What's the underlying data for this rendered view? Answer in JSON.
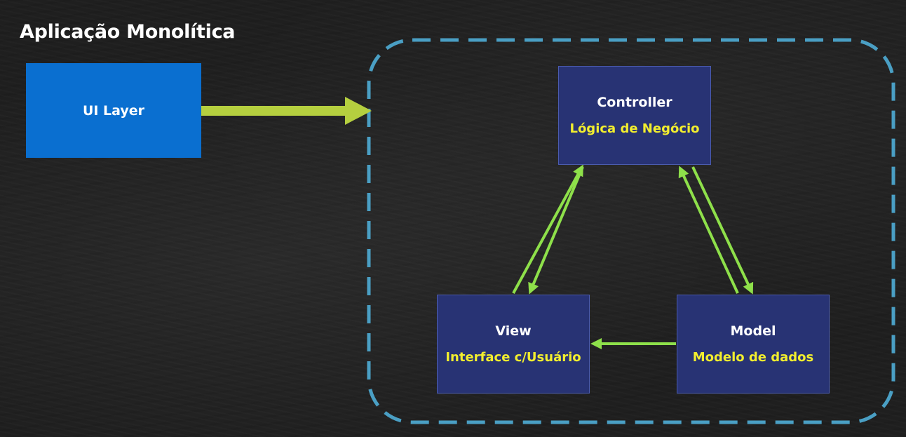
{
  "diagram": {
    "title": "Aplicação Monolítica",
    "ui_layer": {
      "name": "UI Layer"
    },
    "controller": {
      "name": "Controller",
      "subtitle": "Lógica de Negócio"
    },
    "view": {
      "name": "View",
      "subtitle": "Interface c/Usuário"
    },
    "model": {
      "name": "Model",
      "subtitle": "Modelo de dados"
    }
  },
  "colors": {
    "background": "#1f1f1f",
    "ui_layer_fill": "#0a6fd0",
    "mvc_box_fill": "#283374",
    "arrow": "#b5cf3f",
    "arrow_light": "#8ee04a",
    "dashed_boundary": "#4a9fc4",
    "subtitle_text": "#f2ee2e",
    "label_text": "#ffffff"
  }
}
